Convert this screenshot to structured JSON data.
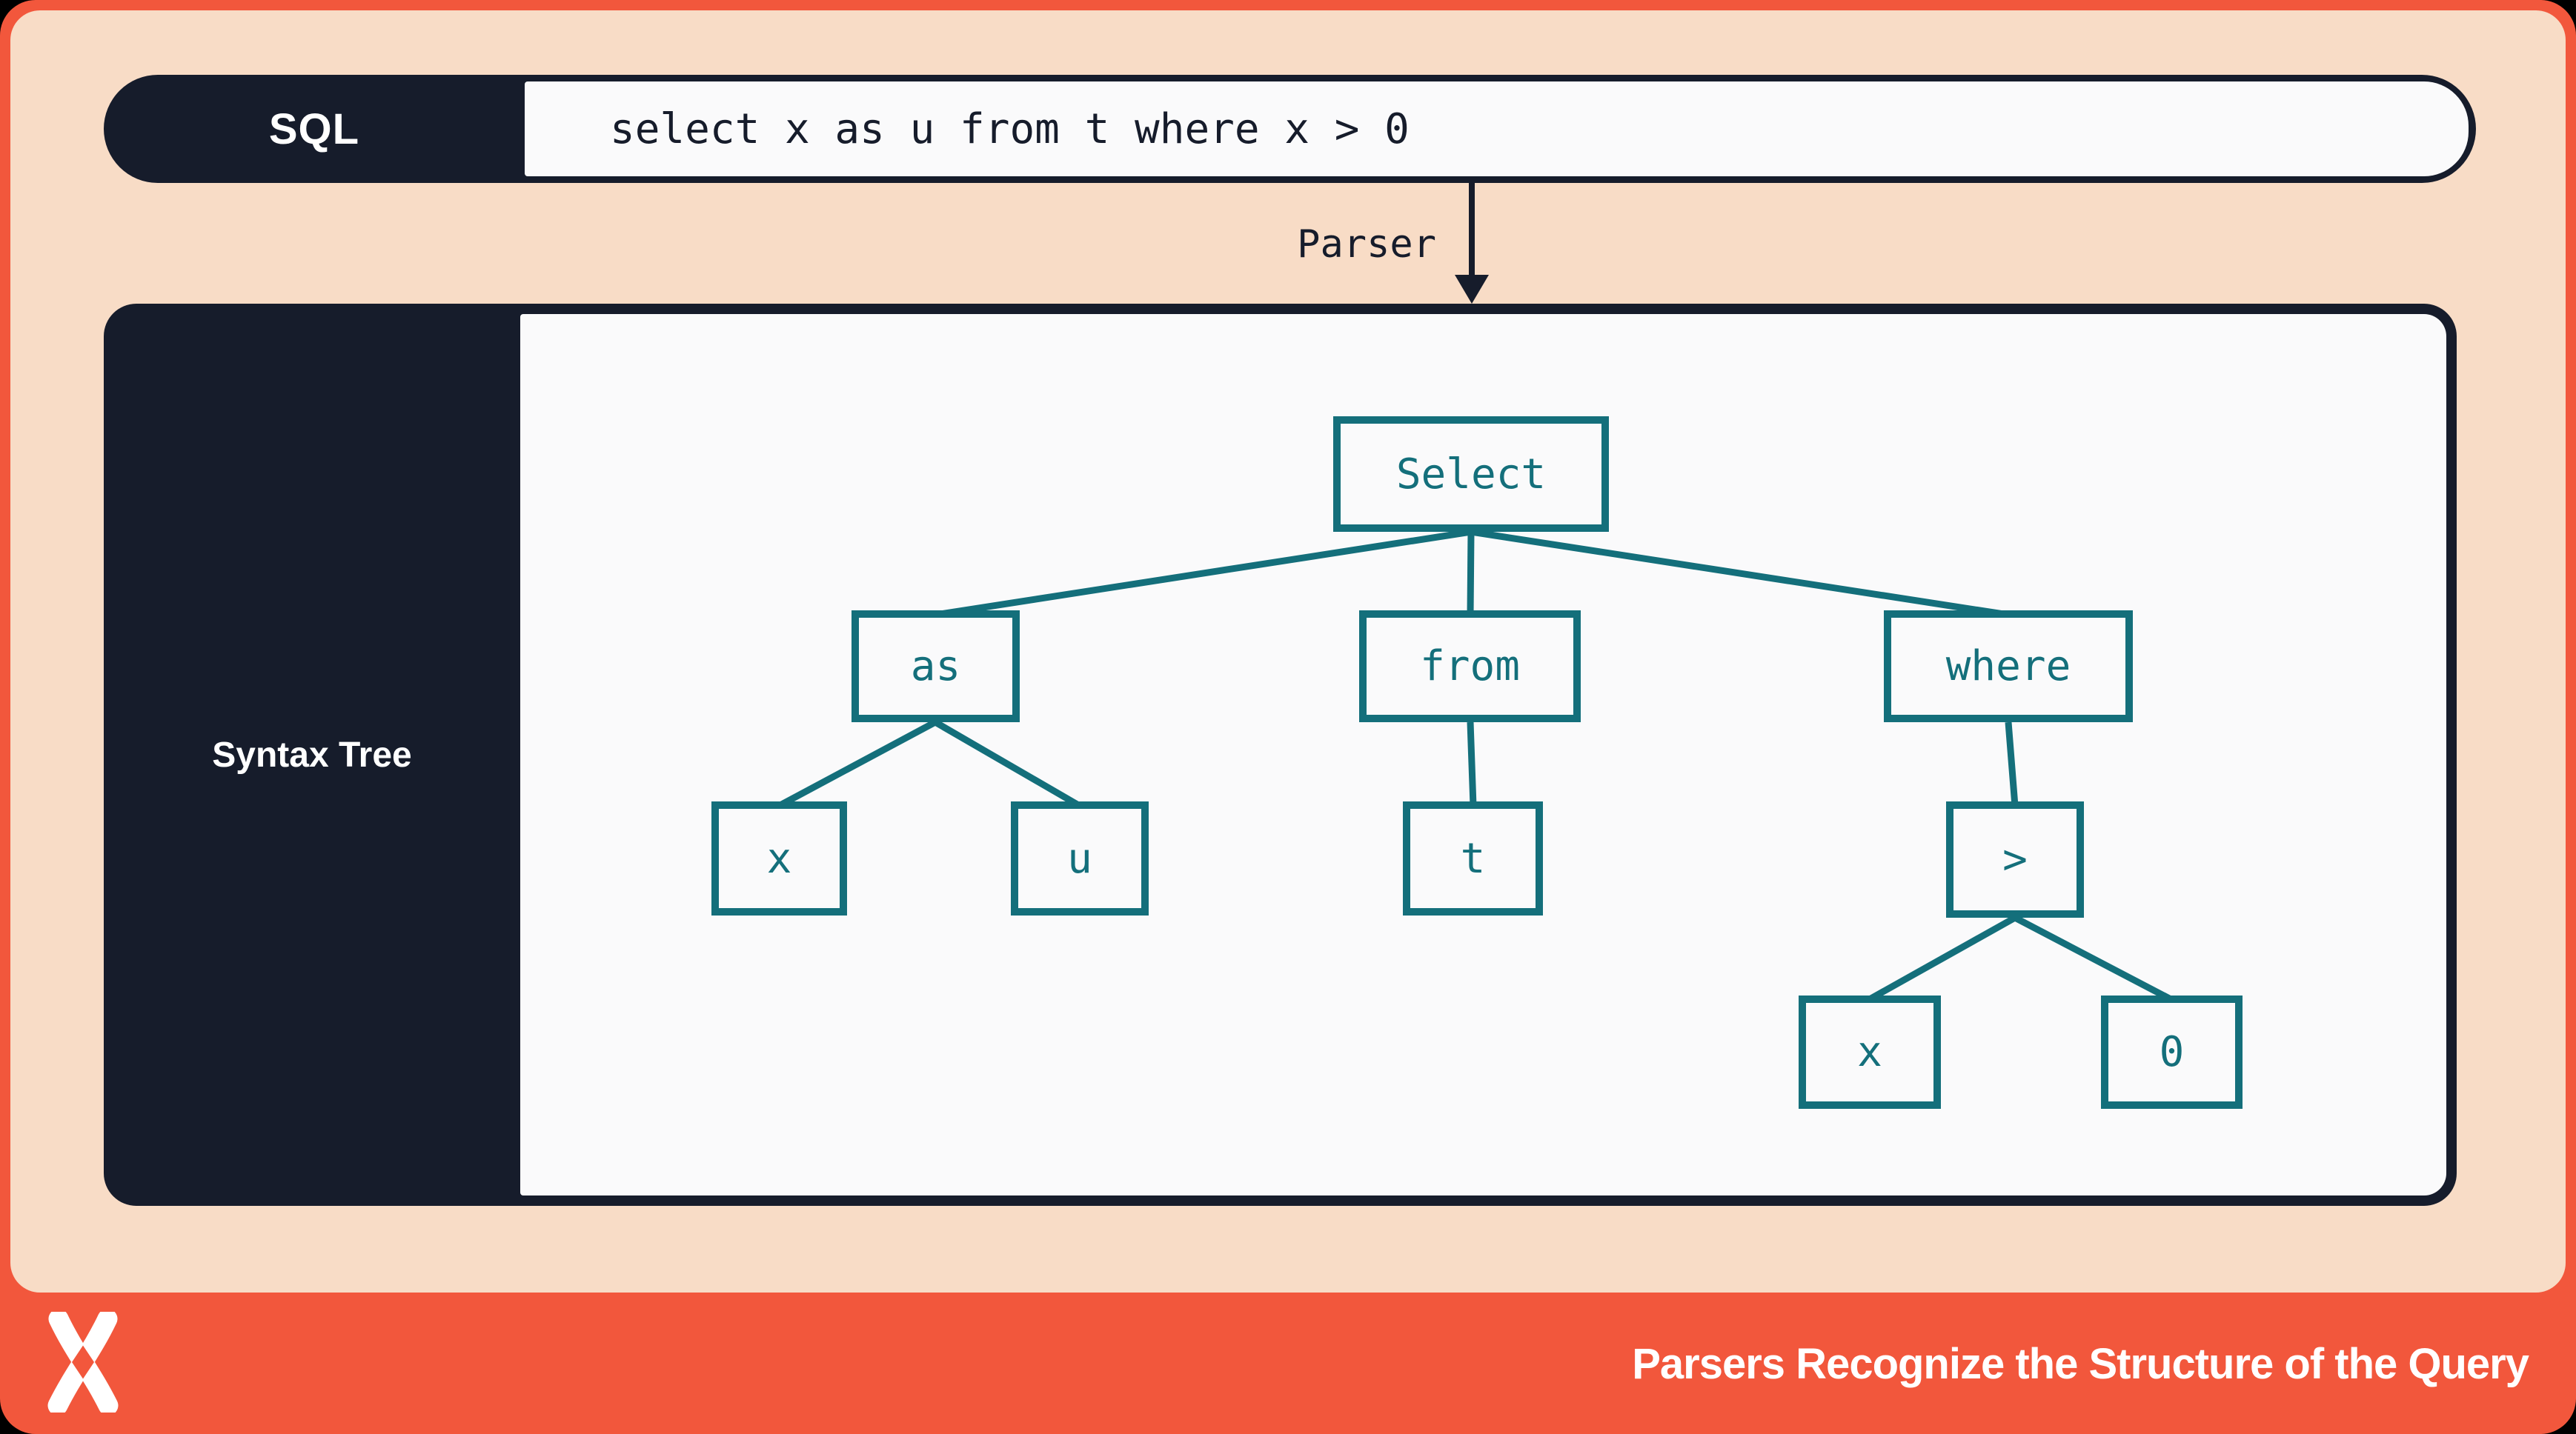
{
  "sql_bar": {
    "label": "SQL",
    "query": "select x as u from t where x > 0"
  },
  "parser": {
    "label": "Parser"
  },
  "syntax_tree_panel": {
    "label": "Syntax Tree"
  },
  "tree": {
    "nodes": {
      "select": {
        "label": "Select",
        "parent": null
      },
      "as": {
        "label": "as",
        "parent": "select"
      },
      "from": {
        "label": "from",
        "parent": "select"
      },
      "where": {
        "label": "where",
        "parent": "select"
      },
      "x1": {
        "label": "x",
        "parent": "as"
      },
      "u": {
        "label": "u",
        "parent": "as"
      },
      "t": {
        "label": "t",
        "parent": "from"
      },
      "gt": {
        "label": ">",
        "parent": "where"
      },
      "x2": {
        "label": "x",
        "parent": "gt"
      },
      "zero": {
        "label": "0",
        "parent": "gt"
      }
    }
  },
  "footer": {
    "title": "Parsers Recognize the Structure of the Query",
    "logo": "x-diamond-logo"
  },
  "colors": {
    "orange": "#F2573C",
    "peach": "#F8DCC6",
    "navy": "#161C2B",
    "teal": "#146F7B",
    "card_white": "#FAFAFB",
    "text_white": "#FFFFFF"
  }
}
